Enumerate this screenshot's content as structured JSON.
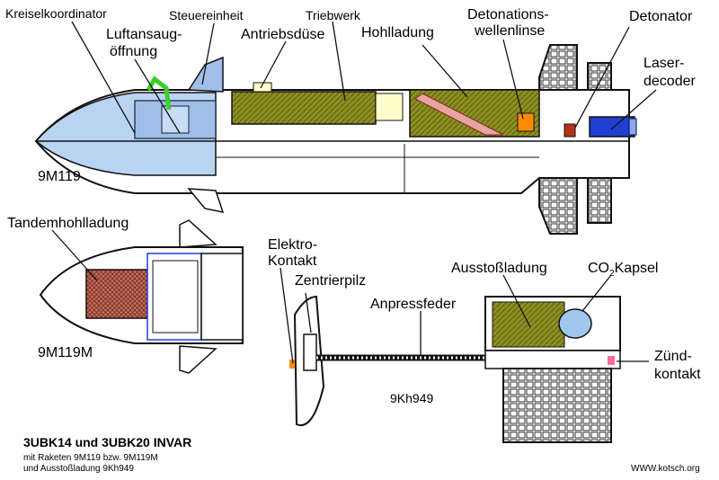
{
  "labels": {
    "kreiselkoordinator": "Kreiselkoordinator",
    "steuereinheit": "Steuereinheit",
    "triebwerk": "Triebwerk",
    "detonationswellenlinse_1": "Detonations-",
    "detonationswellenlinse_2": "wellenlinse",
    "detonator": "Detonator",
    "luftansaug_1": "Luftansaug-",
    "luftansaug_2": "öffnung",
    "antriebsduese": "Antriebsdüse",
    "hohlladung": "Hohlladung",
    "laserdecoder_1": "Laser-",
    "laserdecoder_2": "decoder",
    "missile_1": "9M119",
    "tandemhohlladung": "Tandemhohlladung",
    "missile_2": "9M119M",
    "elektrokontakt_1": "Elektro-",
    "elektrokontakt_2": "Kontakt",
    "zentrierpilz": "Zentrierpilz",
    "anpressfeder": "Anpressfeder",
    "ausstossladung": "Ausstoßladung",
    "co2_main": "CO",
    "co2_sub": "2",
    "co2_rest": "Kapsel",
    "zuendkontakt_1": "Zünd-",
    "zuendkontakt_2": "kontakt",
    "charge_id": "9Kh949"
  },
  "caption": {
    "title": "3UBK14 und 3UBK20 INVAR",
    "line1": "mit Raketen 9M119 bzw. 9M119M",
    "line2": "und Ausstoßladung 9Kh949"
  },
  "watermark": "WWW.kotsch.org",
  "colors": {
    "nose_blue": "#b9d3f2",
    "charge_olive": "#8d8f22",
    "lens_orange": "#ff8a00",
    "detonator_red": "#b0341a",
    "decoder_blue": "#1f3fd0",
    "intake_green": "#3fcf28",
    "tandem_red": "#b45a4a",
    "contact_pink": "#ff6aa0"
  }
}
